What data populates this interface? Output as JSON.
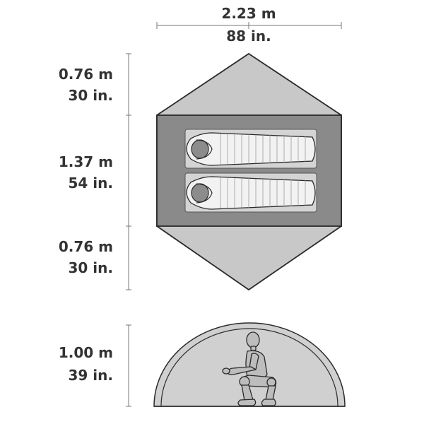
{
  "dimensions": {
    "width": {
      "metric": "2.23 m",
      "imperial": "88 in."
    },
    "vestibule_top": {
      "metric": "0.76 m",
      "imperial": "30 in."
    },
    "floor_depth": {
      "metric": "1.37 m",
      "imperial": "54 in."
    },
    "vestibule_bottom": {
      "metric": "0.76 m",
      "imperial": "30 in."
    },
    "peak_height": {
      "metric": "1.00 m",
      "imperial": "39 in."
    }
  },
  "colors": {
    "vestibule_fill": "#c8c8c8",
    "floor_fill": "#8a8a8a",
    "pad_fill": "#d4d4d4",
    "bag_fill": "#f2f2f2",
    "outline": "#2a2a2a",
    "text": "#333333",
    "dome_fill": "#d0d0d0"
  }
}
